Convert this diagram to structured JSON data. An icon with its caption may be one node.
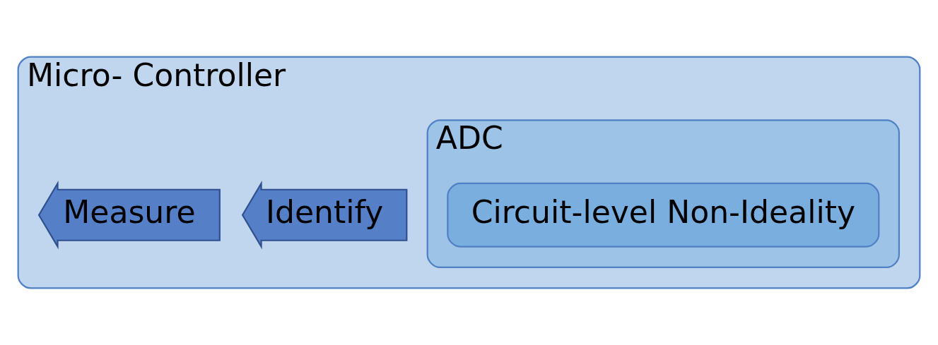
{
  "diagram": {
    "nodes": [
      {
        "text": [
          "Micro- Controller"
        ]
      },
      {
        "text": [
          "ADC"
        ],
        "in": 0
      },
      {
        "text": [
          "Circuit-level Non-Ideality"
        ],
        "in": 1
      },
      {
        "text": [
          "Identify"
        ],
        "in": 0
      },
      {
        "text": [
          "Measure"
        ],
        "in": 0
      }
    ],
    "edges": []
  }
}
